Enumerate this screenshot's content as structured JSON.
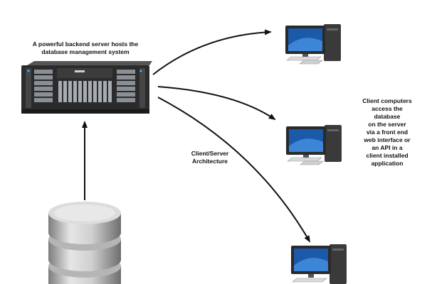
{
  "server": {
    "caption_lines": [
      "A powerful backend server hosts the",
      "database management system"
    ]
  },
  "architecture": {
    "caption_lines": [
      "Client/Server",
      "Architecture"
    ]
  },
  "clients": {
    "caption_lines": [
      "Client computers",
      "access the",
      "database",
      "on the server",
      "via a front end",
      "web interface or",
      "an API in a",
      "client installed",
      "application"
    ]
  },
  "colors": {
    "arrow": "#111111",
    "screen": "#1a5aa8",
    "server_body": "#2b2b2b",
    "database": "#c4c4c4"
  },
  "icons": [
    "server-icon",
    "database-icon",
    "desktop-computer-icon",
    "arrow-icon"
  ]
}
